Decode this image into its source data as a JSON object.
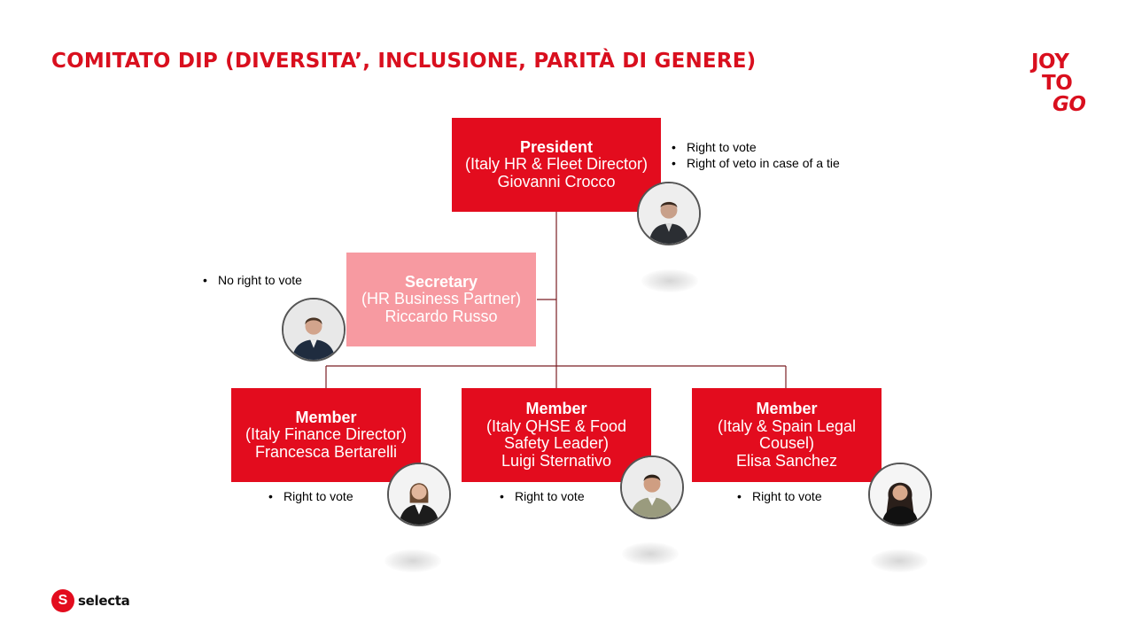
{
  "header": {
    "title": "COMITATO DIP (DIVERSITA’, INCLUSIONE, PARITÀ DI GENERE)",
    "brand_lines": [
      "JOY",
      "TO",
      "GO"
    ]
  },
  "org": {
    "president": {
      "role": "President",
      "title": "(Italy HR & Fleet Director)",
      "name": "Giovanni Crocco",
      "notes": [
        "Right to vote",
        "Right of veto in case of a tie"
      ]
    },
    "secretary": {
      "role": "Secretary",
      "title": "(HR Business Partner)",
      "name": "Riccardo Russo",
      "notes": [
        "No right to vote"
      ]
    },
    "members": [
      {
        "role": "Member",
        "title": "(Italy Finance Director)",
        "name": "Francesca Bertarelli",
        "notes": [
          "Right to vote"
        ]
      },
      {
        "role": "Member",
        "title": "(Italy QHSE & Food Safety Leader)",
        "name": "Luigi Sternativo",
        "notes": [
          "Right to vote"
        ]
      },
      {
        "role": "Member",
        "title": "(Italy & Spain Legal Cousel)",
        "name": "Elisa Sanchez",
        "notes": [
          "Right to vote"
        ]
      }
    ]
  },
  "footer": {
    "logo_text": "selecta",
    "logo_mark": "S"
  },
  "colors": {
    "accent": "#e30c1e",
    "secretary_box": "#f79aa1",
    "connector": "#7a1f24"
  },
  "icons": {
    "avatar": "person-photo-icon",
    "logo": "selecta-logo-icon"
  }
}
